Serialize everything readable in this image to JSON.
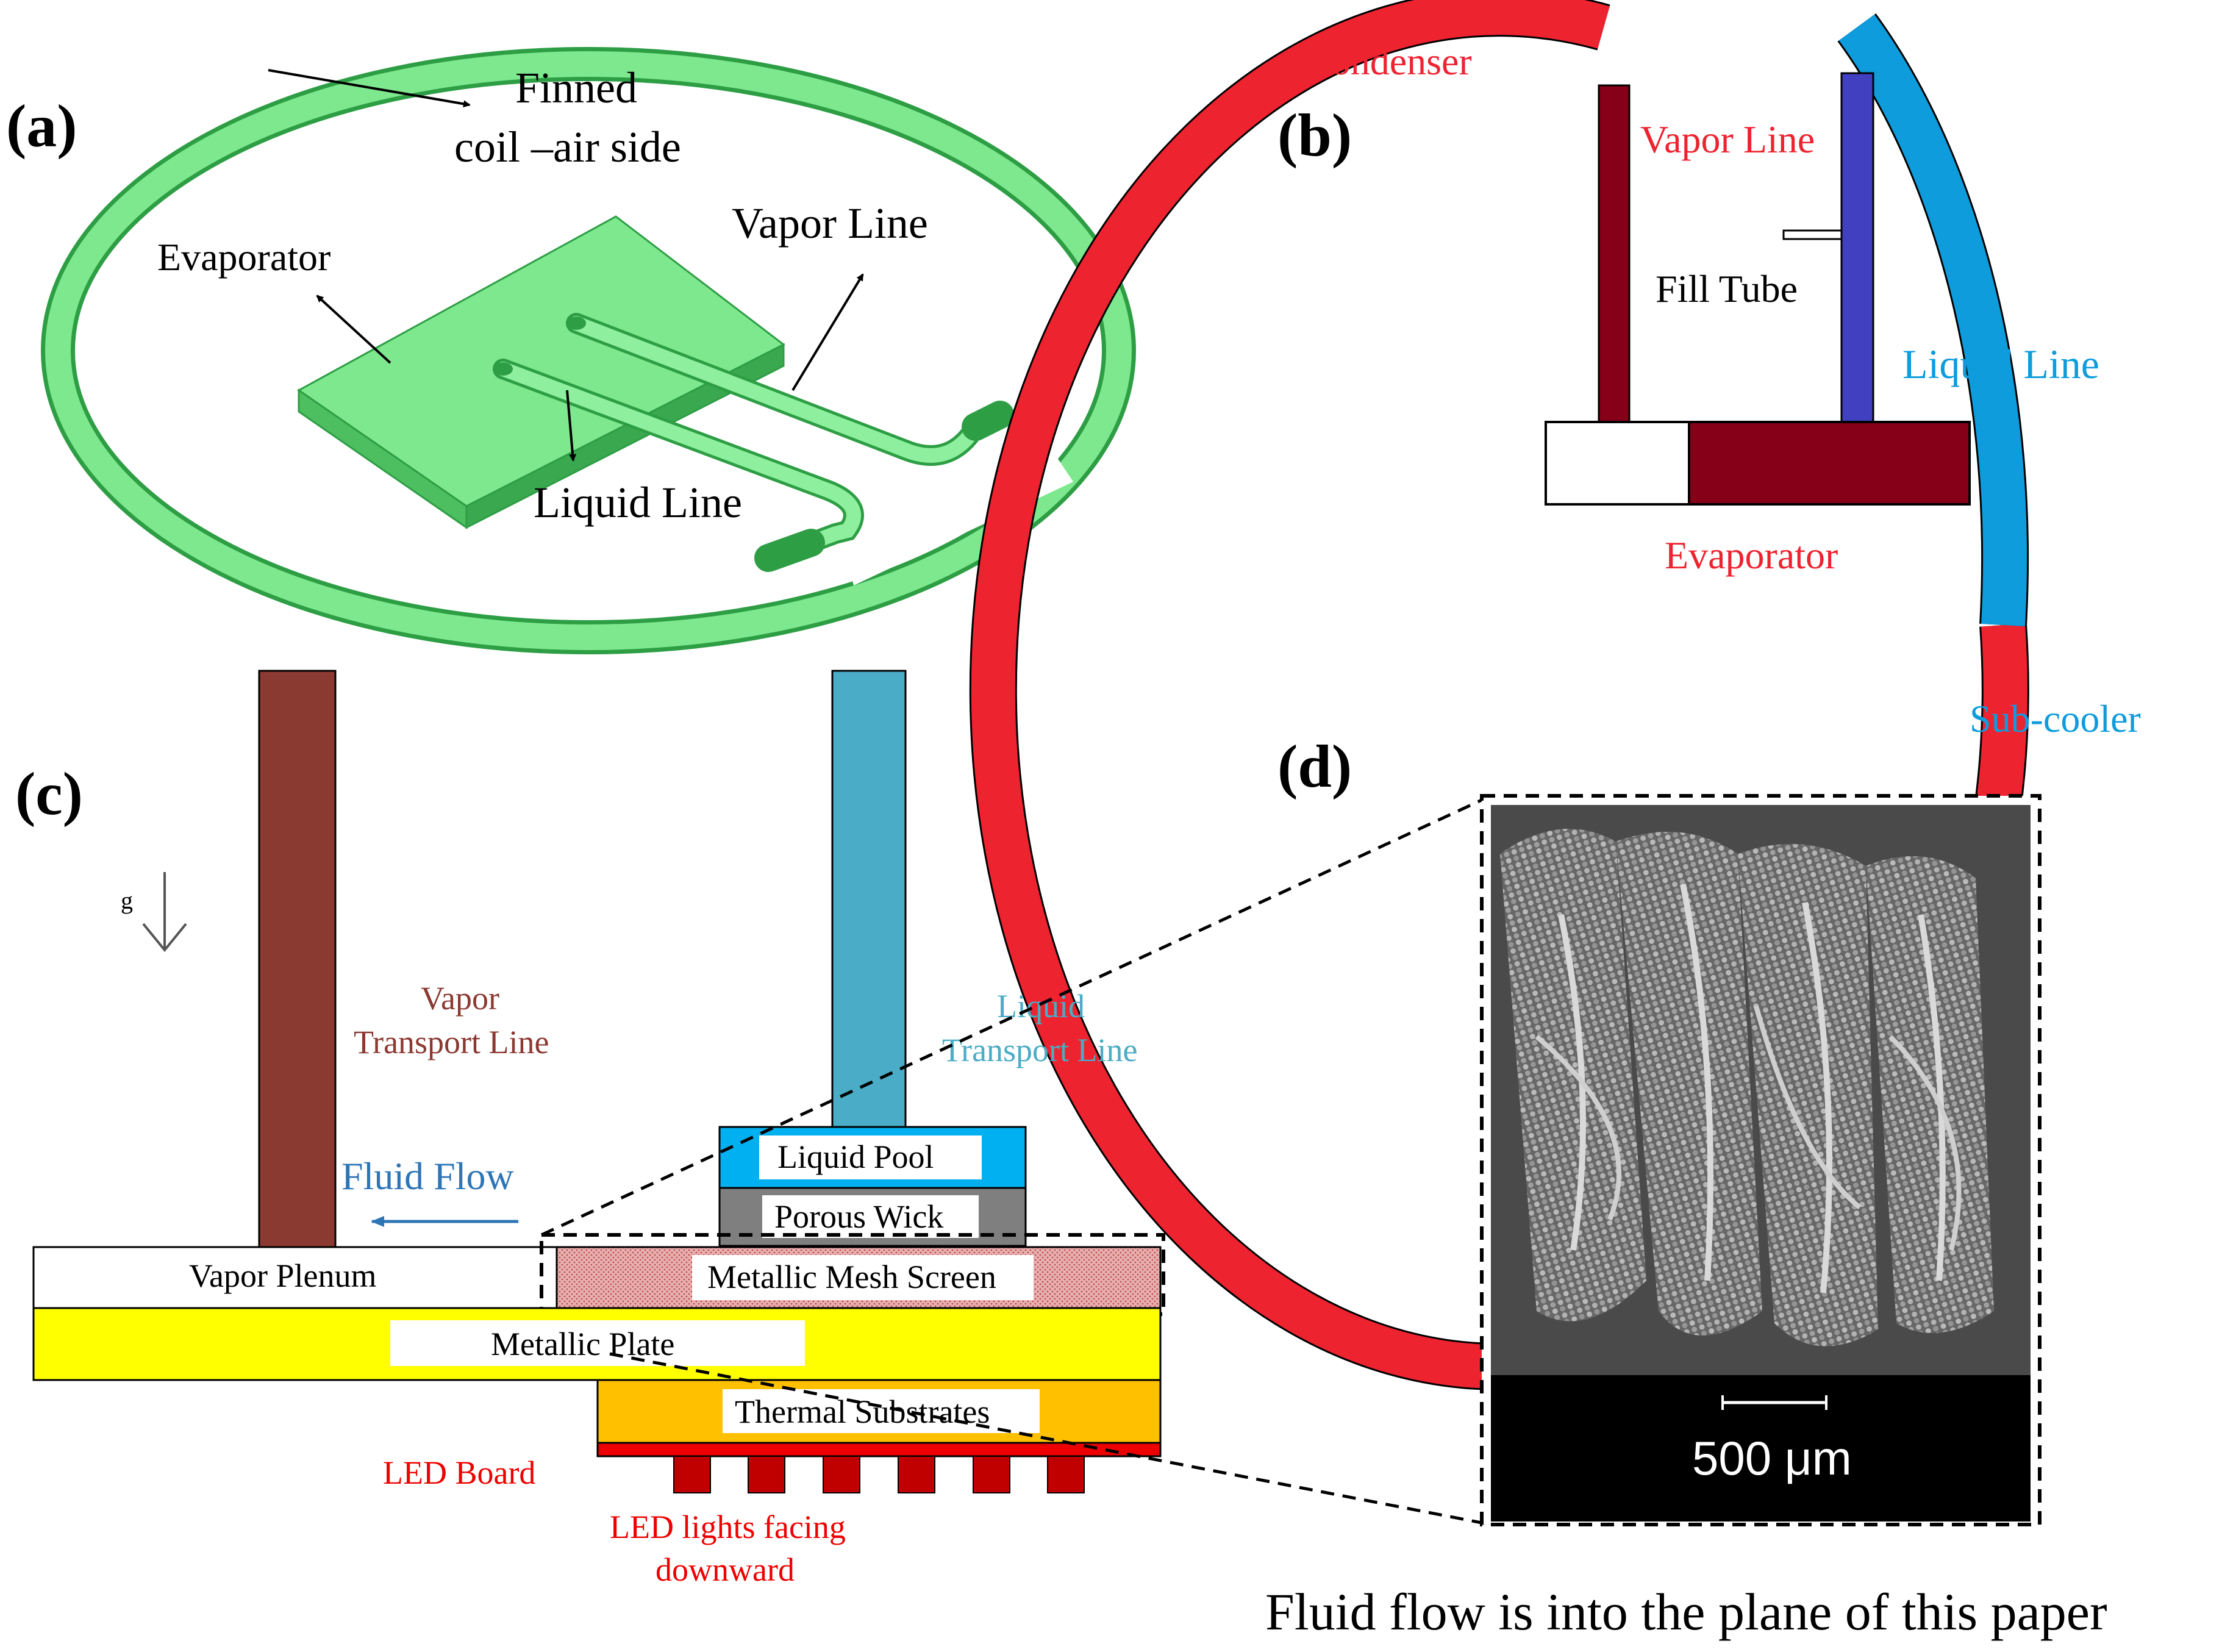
{
  "colors": {
    "green_fill": "#7EE88E",
    "green_stroke": "#2E9E45",
    "condenser_red": "#EE2330",
    "subcooler_blue": "#0E9CDC",
    "vapor_line_dark": "#860018",
    "liquid_line_blue": "#4040C0",
    "vapor_transport": "#8B3A32",
    "liquid_transport": "#4AACC6",
    "liquid_pool": "#00B0F0",
    "porous_wick": "#7F7F7F",
    "mesh": "#D89090",
    "metal_plate": "#FFFF00",
    "thermal_sub": "#FFC000",
    "led_red": "#C00000",
    "flow_arrow": "#2E75B6"
  },
  "panel_a": {
    "tag": "(a)",
    "coil_label_1": "Finned",
    "coil_label_2": "coil –air side",
    "evaporator": "Evaporator",
    "vapor_line": "Vapor Line",
    "liquid_line": "Liquid Line"
  },
  "panel_b": {
    "tag": "(b)",
    "condenser": "Condenser",
    "vapor_line": "Vapor Line",
    "fill_tube": "Fill Tube",
    "liquid_line": "Liquid Line",
    "evaporator": "Evaporator",
    "subcooler": "Sub-cooler"
  },
  "panel_c": {
    "tag": "(c)",
    "gravity": "g",
    "vapor_transport_1": "Vapor",
    "vapor_transport_2": "Transport Line",
    "liquid_transport_1": "Liquid",
    "liquid_transport_2": "Transport Line",
    "fluid_flow": "Fluid Flow",
    "liquid_pool": "Liquid Pool",
    "porous_wick": "Porous Wick",
    "vapor_plenum": "Vapor Plenum",
    "mesh_screen": "Metallic Mesh Screen",
    "metallic_plate": "Metallic Plate",
    "thermal_substrates": "Thermal Substrates",
    "led_board": "LED Board",
    "led_lights_1": "LED lights facing",
    "led_lights_2": "downward"
  },
  "panel_d": {
    "tag": "(d)",
    "scale_bar": "500 μm",
    "caption": "Fluid flow is into the plane of this paper"
  }
}
